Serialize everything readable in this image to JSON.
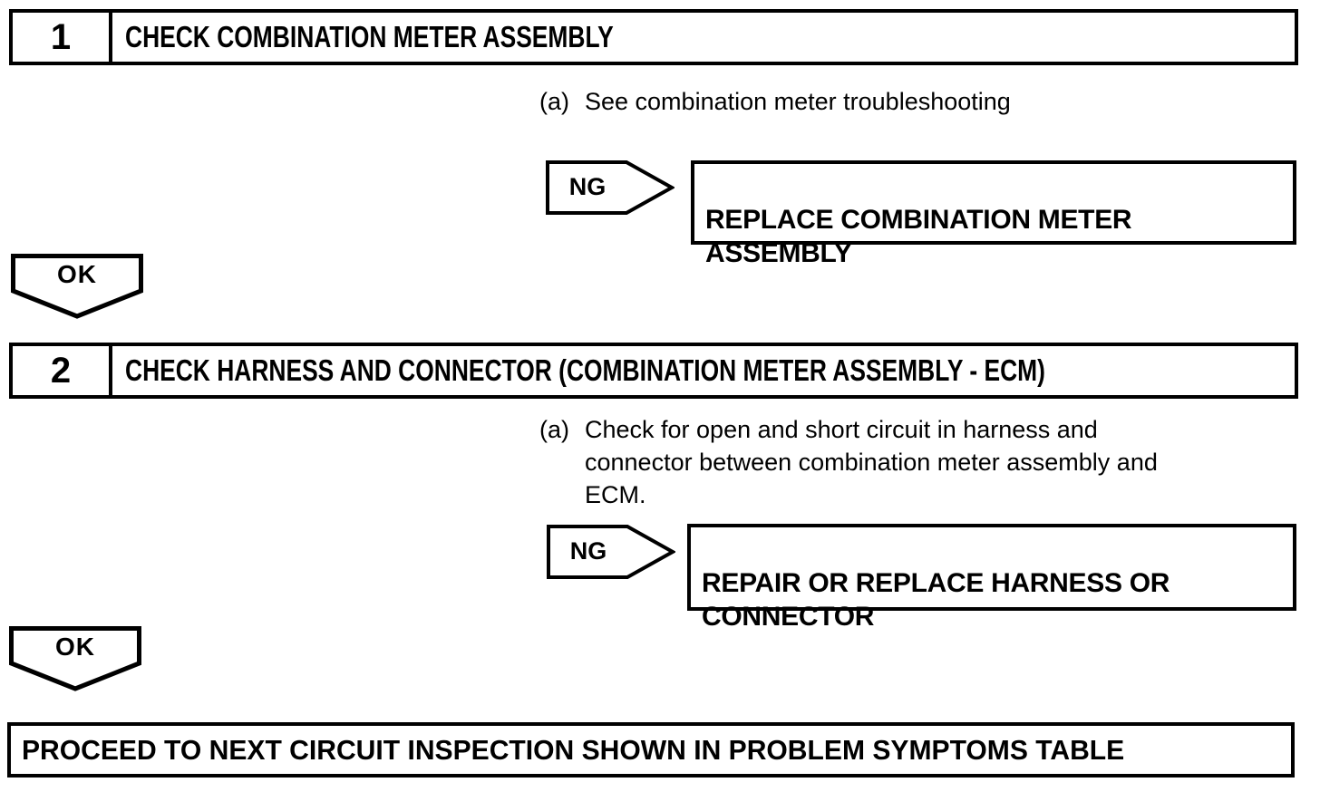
{
  "colors": {
    "line": "#000000",
    "background": "#ffffff",
    "text": "#000000"
  },
  "steps": [
    {
      "number": "1",
      "title": "CHECK COMBINATION METER ASSEMBLY",
      "instruction_label": "(a)",
      "instruction": "See combination meter troubleshooting",
      "ng_label": "NG",
      "ng_action": "REPLACE COMBINATION METER\nASSEMBLY",
      "ok_label": "OK"
    },
    {
      "number": "2",
      "title": "CHECK HARNESS AND CONNECTOR (COMBINATION METER ASSEMBLY - ECM)",
      "instruction_label": "(a)",
      "instruction": "Check for open and short circuit in harness and\nconnector between combination meter assembly and\nECM.",
      "ng_label": "NG",
      "ng_action": "REPAIR OR REPLACE HARNESS OR\nCONNECTOR",
      "ok_label": "OK"
    }
  ],
  "final": {
    "text": "PROCEED TO NEXT CIRCUIT INSPECTION SHOWN IN PROBLEM SYMPTOMS TABLE"
  }
}
